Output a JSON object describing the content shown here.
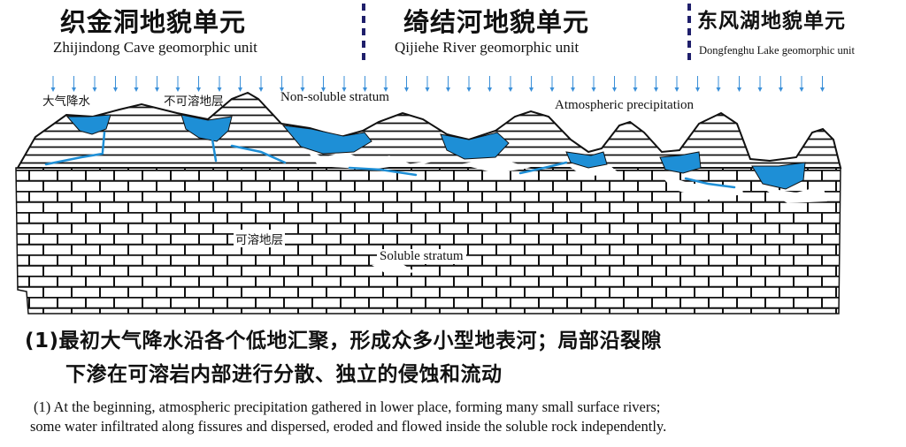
{
  "units": [
    {
      "cn": "织金洞地貌单元",
      "en": "Zhijindong Cave geomorphic unit"
    },
    {
      "cn": "绮结河地貌单元",
      "en": "Qijiehe River geomorphic unit"
    },
    {
      "cn": "东风湖地貌单元",
      "en": "Dongfenghu Lake geomorphic unit"
    }
  ],
  "labels": {
    "precip_cn": "大气降水",
    "nonsoluble_cn": "不可溶地层",
    "nonsoluble_en": "Non-soluble stratum",
    "precip_en": "Atmospheric precipitation",
    "soluble_cn": "可溶地层",
    "soluble_en": "Soluble stratum"
  },
  "caption": {
    "cn_line1": "(1)最初大气降水沿各个低地汇聚，形成众多小型地表河；局部沿裂隙",
    "cn_line2": "下渗在可溶岩内部进行分散、独立的侵蚀和流动",
    "en_line1": "(1) At the beginning, atmospheric precipitation gathered in lower place, forming many small surface rivers;",
    "en_line2": "some water infiltrated along fissures and dispersed, eroded and flowed inside the soluble rock independently."
  },
  "colors": {
    "water": "#1e8fd6",
    "divider": "#1f1f6b",
    "rain": "#3a8fd8",
    "ink": "#111111"
  }
}
